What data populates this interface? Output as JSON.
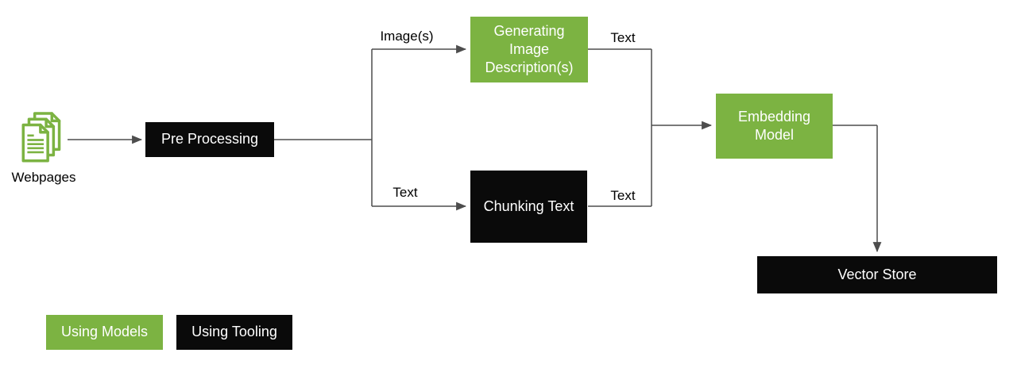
{
  "diagram": {
    "nodes": {
      "webpages": {
        "label": "Webpages"
      },
      "pre_processing": {
        "label": "Pre Processing",
        "category": "tooling"
      },
      "generating_image_descriptions": {
        "label": "Generating Image Description(s)",
        "category": "models"
      },
      "chunking_text": {
        "label": "Chunking Text",
        "category": "tooling"
      },
      "embedding_model": {
        "label": "Embedding Model",
        "category": "models"
      },
      "vector_store": {
        "label": "Vector Store",
        "category": "tooling"
      }
    },
    "edge_labels": {
      "images_to_description": "Image(s)",
      "text_to_chunking": "Text",
      "text_from_description": "Text",
      "text_from_chunking": "Text"
    },
    "legend": {
      "using_models": "Using Models",
      "using_tooling": "Using Tooling"
    },
    "colors": {
      "models_green": "#7cb342",
      "tooling_black": "#0a0a0a",
      "connector_gray": "#4d4d4d",
      "icon_green": "#7cb342"
    }
  }
}
